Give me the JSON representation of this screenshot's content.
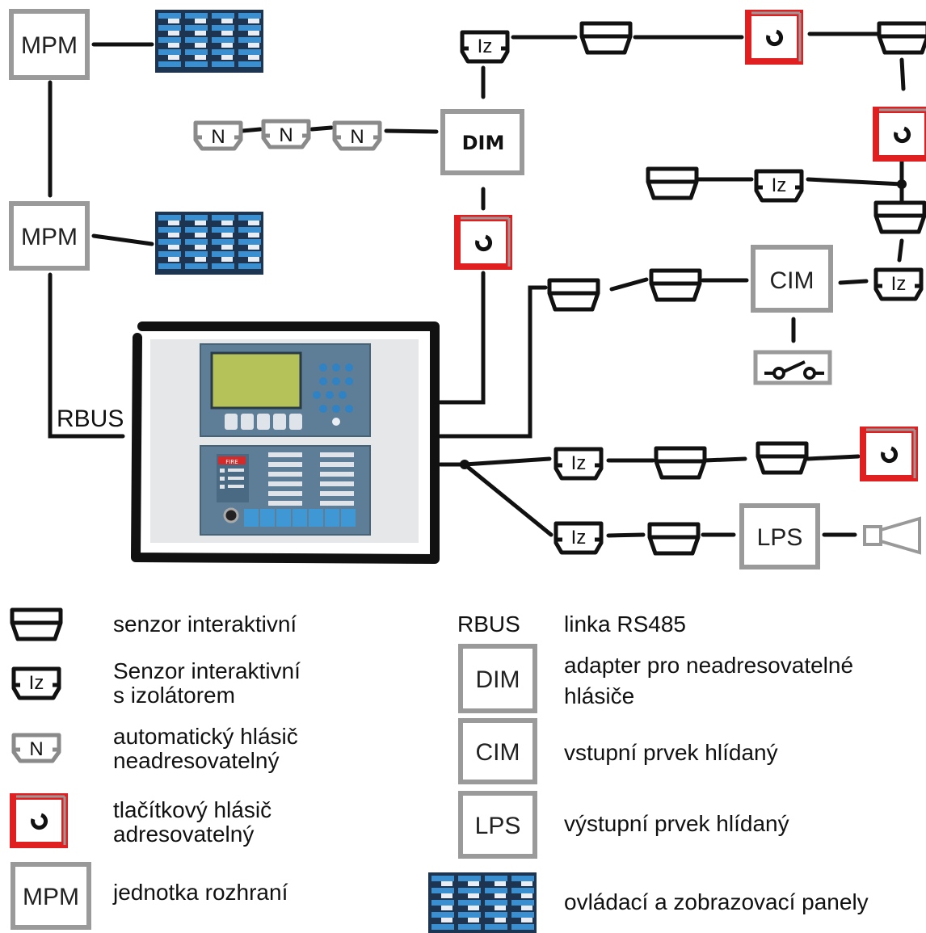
{
  "diagram": {
    "modules": {
      "mpm_top": "MPM",
      "mpm_bottom": "MPM",
      "dim": "DIM",
      "cim": "CIM",
      "lps": "LPS"
    },
    "rbus_label": "RBUS",
    "isolator_mark": "Iz",
    "conventional_mark": "N",
    "panel_fire_label": "FIRE"
  },
  "legend": {
    "sensor": "senzor interaktivní",
    "sensor_isolator_line1": "Senzor interaktivní",
    "sensor_isolator_line2": "s izolátorem",
    "conventional_line1": "automatický hlásič",
    "conventional_line2": "neadresovatelný",
    "callpoint_line1": "tlačítkový hlásič",
    "callpoint_line2": "adresovatelný",
    "mpm_box": "MPM",
    "mpm_text": "jednotka rozhraní",
    "rbus_key": "RBUS",
    "rbus_text": "linka RS485",
    "dim_box": "DIM",
    "dim_line1": "adapter pro neadresovatelné",
    "dim_line2": "hlásiče",
    "cim_box": "CIM",
    "cim_text": "vstupní prvek hlídaný",
    "lps_box": "LPS",
    "lps_text": "výstupní prvek hlídaný",
    "panels_text": "ovládací a zobrazovací panely"
  },
  "colors": {
    "callpoint_red": "#e02020",
    "box_gray": "#9a9a9a",
    "panel_blue": "#2e4a6a",
    "panel_light": "#4aa6e0",
    "lcd_green": "#b5c25a"
  }
}
